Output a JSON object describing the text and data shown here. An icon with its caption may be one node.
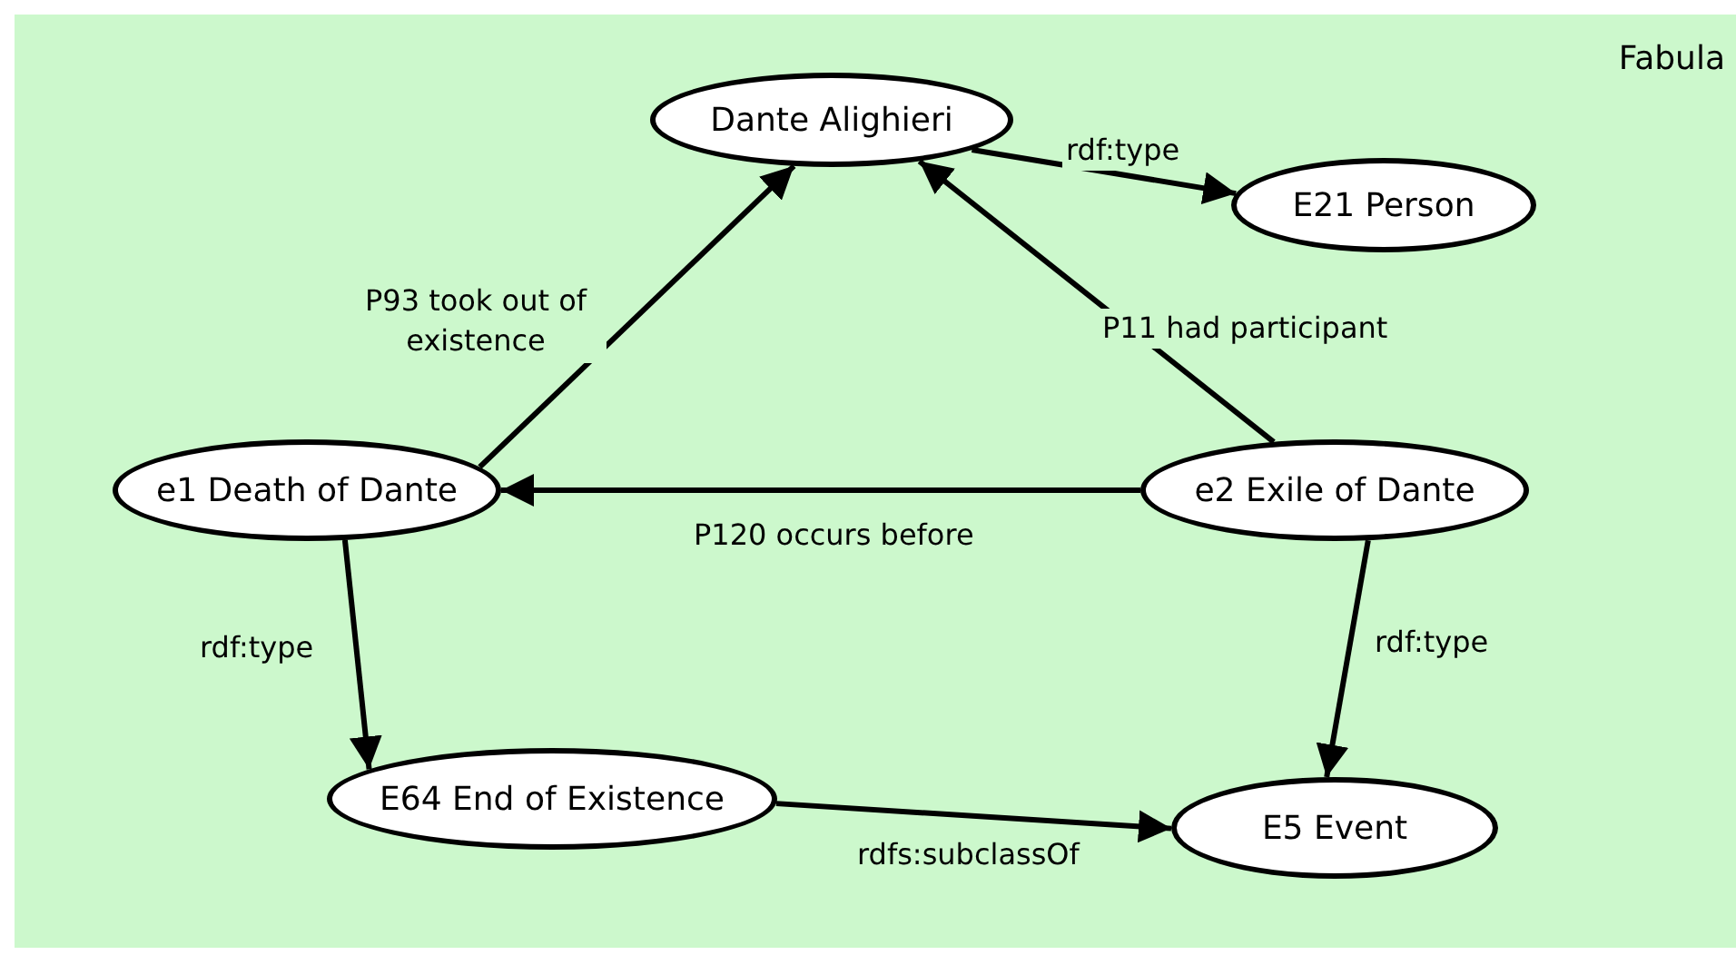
{
  "diagram": {
    "nodes": [
      {
        "text": [
          "Dante Alighieri"
        ]
      },
      {
        "text": [
          "E21 Person"
        ]
      },
      {
        "text": [
          "e1 Death of Dante"
        ]
      },
      {
        "text": [
          "e2 Exile of Dante"
        ]
      },
      {
        "text": [
          "E64 End of Existence"
        ]
      },
      {
        "text": [
          "E5 Event"
        ]
      }
    ],
    "edges": [
      {
        "from": 0,
        "to": 1,
        "arrow": "to",
        "label": "rdf:type"
      },
      {
        "from": 2,
        "to": 0,
        "arrow": "to",
        "label": "P93 took out of existence"
      },
      {
        "from": 3,
        "to": 0,
        "arrow": "to",
        "label": "P11 had participant"
      },
      {
        "from": 3,
        "to": 2,
        "arrow": "to",
        "label": "P120 occurs before"
      },
      {
        "from": 2,
        "to": 4,
        "arrow": "to",
        "label": "rdf:type"
      },
      {
        "from": 3,
        "to": 5,
        "arrow": "to",
        "label": "rdf:type"
      },
      {
        "from": 4,
        "to": 5,
        "arrow": "to",
        "label": "rdfs:subclassOf"
      }
    ],
    "labels": [
      "Fabula"
    ]
  }
}
